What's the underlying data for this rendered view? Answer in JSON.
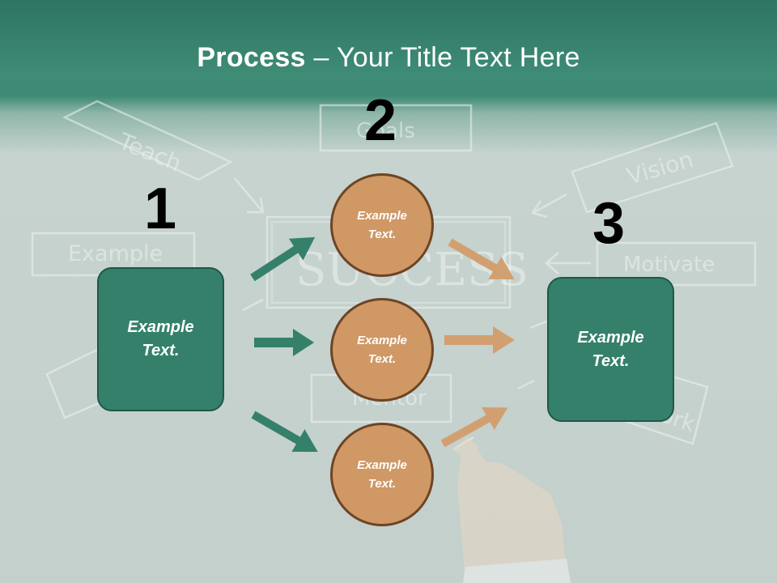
{
  "title": {
    "strong": "Process",
    "rest": " – Your Title Text Here"
  },
  "numbers": {
    "n1": "1",
    "n2": "2",
    "n3": "3"
  },
  "left_box": {
    "text": "Example Text."
  },
  "right_box": {
    "text": "Example Text."
  },
  "circles": [
    {
      "text": "Example Text."
    },
    {
      "text": "Example Text."
    },
    {
      "text": "Example Text."
    }
  ],
  "background_words": {
    "teach": "Teach",
    "goals": "Goals",
    "vision": "Vision",
    "example": "Example",
    "success": "SUCCESS",
    "motivate": "Motivate",
    "mentor": "Mentor",
    "work": "Work"
  },
  "colors": {
    "green": "#35806b",
    "green_dark": "#1f5747",
    "orange": "#cf9865",
    "orange_dark": "#6d4425",
    "title_band": "#3e8b76"
  }
}
